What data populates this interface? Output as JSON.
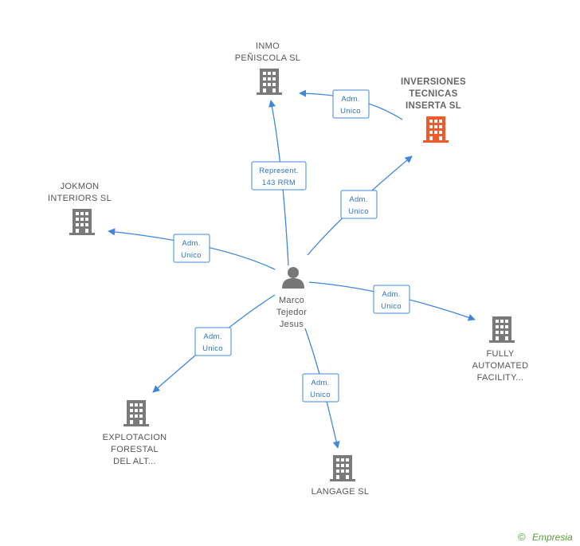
{
  "person": {
    "name_lines": [
      "Marco",
      "Tejedor",
      "Jesus"
    ]
  },
  "companies": [
    {
      "id": "inmo",
      "lines": [
        "INMO",
        "PEÑISCOLA SL"
      ],
      "highlight": false
    },
    {
      "id": "inversiones",
      "lines": [
        "INVERSIONES",
        "TECNICAS",
        "INSERTA SL"
      ],
      "highlight": true
    },
    {
      "id": "jokmon",
      "lines": [
        "JOKMON",
        "INTERIORS SL"
      ],
      "highlight": false
    },
    {
      "id": "fully",
      "lines": [
        "FULLY",
        "AUTOMATED",
        "FACILITY..."
      ],
      "highlight": false
    },
    {
      "id": "explotacion",
      "lines": [
        "EXPLOTACION",
        "FORESTAL",
        "DEL ALT..."
      ],
      "highlight": false
    },
    {
      "id": "langage",
      "lines": [
        "LANGAGE SL"
      ],
      "highlight": false
    }
  ],
  "relations": [
    {
      "id": "r-inmo",
      "lines": [
        "Represent.",
        "143 RRM"
      ]
    },
    {
      "id": "r-inv-inmo",
      "lines": [
        "Adm.",
        "Unico"
      ]
    },
    {
      "id": "r-inversiones",
      "lines": [
        "Adm.",
        "Unico"
      ]
    },
    {
      "id": "r-jokmon",
      "lines": [
        "Adm.",
        "Unico"
      ]
    },
    {
      "id": "r-fully",
      "lines": [
        "Adm.",
        "Unico"
      ]
    },
    {
      "id": "r-explotacion",
      "lines": [
        "Adm.",
        "Unico"
      ]
    },
    {
      "id": "r-langage",
      "lines": [
        "Adm.",
        "Unico"
      ]
    }
  ],
  "colors": {
    "edge": "#3f87d9",
    "building": "#7a7a7a",
    "highlight": "#f15a2b"
  },
  "watermark": {
    "symbol": "©",
    "text": "Empresia"
  }
}
